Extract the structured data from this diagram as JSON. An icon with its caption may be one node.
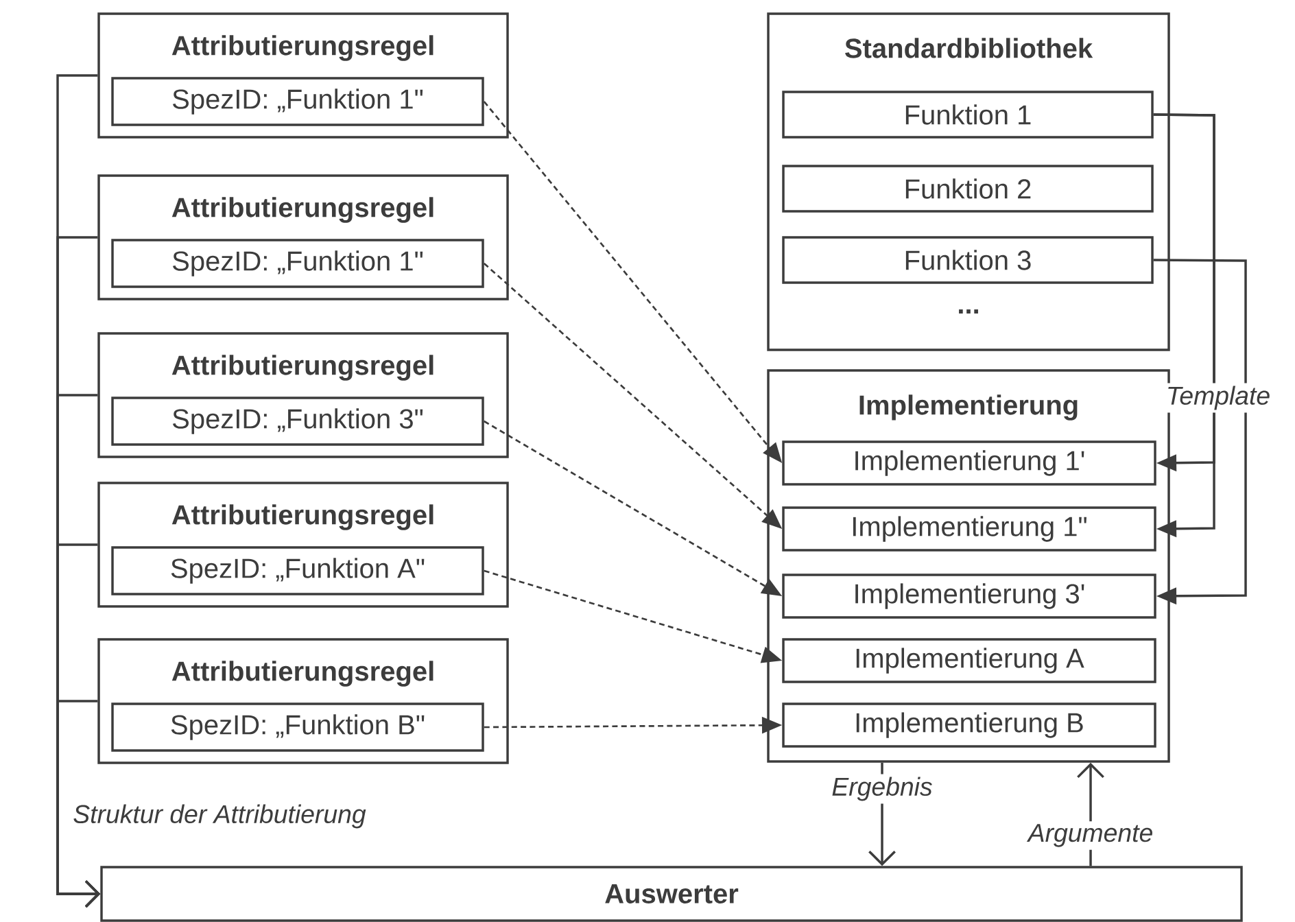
{
  "diagram": {
    "nodes": [
      {
        "text": [
          "Attributierungsregel"
        ]
      },
      {
        "text": [
          "SpezID: „Funktion 1\""
        ],
        "in": 0
      },
      {
        "text": [
          "Attributierungsregel"
        ]
      },
      {
        "text": [
          "SpezID: „Funktion 1\""
        ],
        "in": 2
      },
      {
        "text": [
          "Attributierungsregel"
        ]
      },
      {
        "text": [
          "SpezID: „Funktion 3\""
        ],
        "in": 4
      },
      {
        "text": [
          "Attributierungsregel"
        ]
      },
      {
        "text": [
          "SpezID: „Funktion A\""
        ],
        "in": 6
      },
      {
        "text": [
          "Attributierungsregel"
        ]
      },
      {
        "text": [
          "SpezID: „Funktion B\""
        ],
        "in": 8
      },
      {
        "text": [
          "Standardbibliothek",
          "..."
        ]
      },
      {
        "text": [
          "Funktion 1"
        ],
        "in": 10
      },
      {
        "text": [
          "Funktion 2"
        ],
        "in": 10
      },
      {
        "text": [
          "Funktion 3"
        ],
        "in": 10
      },
      {
        "text": [
          "Implementierung"
        ]
      },
      {
        "text": [
          "Implementierung 1'"
        ],
        "in": 14
      },
      {
        "text": [
          "Implementierung 1\""
        ],
        "in": 14
      },
      {
        "text": [
          "Implementierung 3'"
        ],
        "in": 14
      },
      {
        "text": [
          "Implementierung A"
        ],
        "in": 14
      },
      {
        "text": [
          "Implementierung B"
        ],
        "in": 14
      },
      {
        "text": [
          "Auswerter"
        ]
      }
    ],
    "edges": [
      {
        "from": 1,
        "to": 15,
        "arrow": "to",
        "style": "dashed"
      },
      {
        "from": 3,
        "to": 16,
        "arrow": "to",
        "style": "dashed"
      },
      {
        "from": 5,
        "to": 17,
        "arrow": "to",
        "style": "dashed"
      },
      {
        "from": 7,
        "to": 18,
        "arrow": "to",
        "style": "dashed"
      },
      {
        "from": 9,
        "to": 19,
        "arrow": "to",
        "style": "dashed"
      },
      {
        "from": 11,
        "to": 15,
        "arrow": "to",
        "label": "Template"
      },
      {
        "from": 11,
        "to": 16,
        "arrow": "to"
      },
      {
        "from": 13,
        "to": 17,
        "arrow": "to"
      },
      {
        "from": 0,
        "to": 20,
        "arrow": "to"
      },
      {
        "from": 2,
        "to": 20,
        "arrow": "to"
      },
      {
        "from": 4,
        "to": 20,
        "arrow": "to"
      },
      {
        "from": 6,
        "to": 20,
        "arrow": "to"
      },
      {
        "from": 8,
        "to": 20,
        "arrow": "to",
        "label": "Struktur der Attributierung"
      },
      {
        "from": 14,
        "to": 20,
        "arrow": "to",
        "label": "Ergebnis"
      },
      {
        "from": 20,
        "to": 14,
        "arrow": "to",
        "label": "Argumente"
      }
    ]
  }
}
